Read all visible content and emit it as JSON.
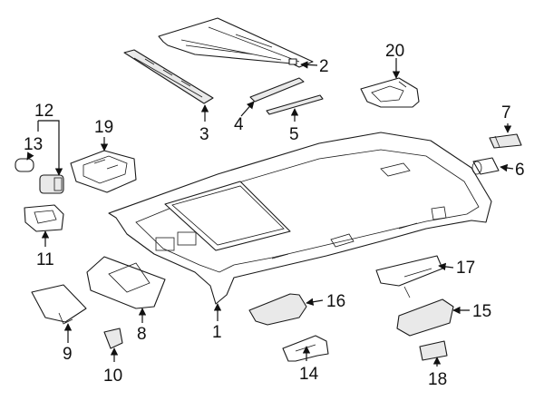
{
  "callouts": {
    "c1": "1",
    "c2": "2",
    "c3": "3",
    "c4": "4",
    "c5": "5",
    "c6": "6",
    "c7": "7",
    "c8": "8",
    "c9": "9",
    "c10": "10",
    "c11": "11",
    "c12": "12",
    "c13": "13",
    "c14": "14",
    "c15": "15",
    "c16": "16",
    "c17": "17",
    "c18": "18",
    "c19": "19",
    "c20": "20"
  },
  "colors": {
    "line": "#1a1a1a",
    "fill": "#ffffff",
    "shade": "#e9e9e9"
  }
}
